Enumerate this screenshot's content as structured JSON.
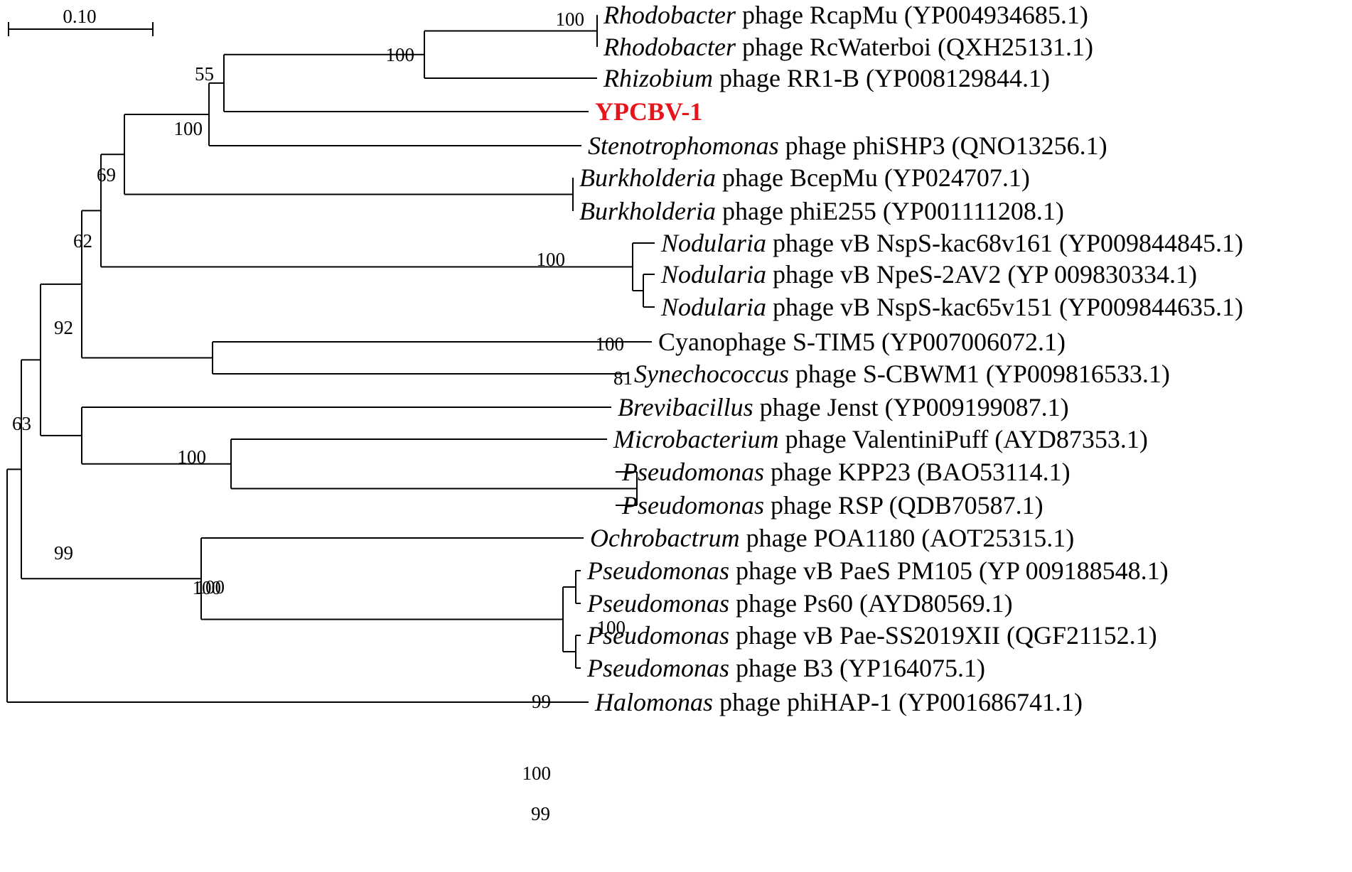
{
  "scale_bar": {
    "label": "0.10"
  },
  "highlight_color": "#e8141c",
  "taxa": [
    {
      "genus": "Rhodobacter",
      "rest": " phage RcapMu (YP004934685.1)"
    },
    {
      "genus": "Rhodobacter",
      "rest": " phage RcWaterboi (QXH25131.1)"
    },
    {
      "genus": "Rhizobium",
      "rest": " phage RR1-B (YP008129844.1)"
    },
    {
      "genus": "",
      "rest": "YPCBV-1",
      "highlight": true
    },
    {
      "genus": "Stenotrophomonas",
      "rest": " phage phiSHP3 (QNO13256.1)"
    },
    {
      "genus": "Burkholderia",
      "rest": " phage BcepMu (YP024707.1)"
    },
    {
      "genus": "Burkholderia",
      "rest": " phage phiE255 (YP001111208.1)"
    },
    {
      "genus": "Nodularia",
      "rest": " phage vB NspS-kac68v161 (YP009844845.1)"
    },
    {
      "genus": "Nodularia",
      "rest": " phage vB NpeS-2AV2 (YP 009830334.1)"
    },
    {
      "genus": "Nodularia",
      "rest": " phage vB NspS-kac65v151 (YP009844635.1)"
    },
    {
      "genus": "",
      "rest": "Cyanophage S-TIM5 (YP007006072.1)"
    },
    {
      "genus": "Synechococcus",
      "rest": " phage S-CBWM1 (YP009816533.1)"
    },
    {
      "genus": "Brevibacillus",
      "rest": " phage Jenst (YP009199087.1)"
    },
    {
      "genus": "Microbacterium",
      "rest": " phage ValentiniPuff (AYD87353.1)"
    },
    {
      "genus": "Pseudomonas",
      "rest": " phage KPP23 (BAO53114.1)"
    },
    {
      "genus": "Pseudomonas",
      "rest": " phage RSP (QDB70587.1)"
    },
    {
      "genus": "Ochrobactrum",
      "rest": " phage POA1180 (AOT25315.1)"
    },
    {
      "genus": "Pseudomonas",
      "rest": " phage vB PaeS PM105 (YP 009188548.1)"
    },
    {
      "genus": "Pseudomonas",
      "rest": " phage Ps60 (AYD80569.1)"
    },
    {
      "genus": "Pseudomonas",
      "rest": " phage vB Pae-SS2019XII (QGF21152.1)"
    },
    {
      "genus": "Pseudomonas",
      "rest": " phage B3 (YP164075.1)"
    },
    {
      "genus": "Halomonas",
      "rest": " phage phiHAP-1 (YP001686741.1)"
    }
  ],
  "bootstrap_values": [
    "100",
    "100",
    "55",
    "100",
    "69",
    "100",
    "62",
    "100",
    "81",
    "92",
    "100",
    "63",
    "99",
    "100",
    "100",
    "100",
    "99",
    "100",
    "99"
  ]
}
